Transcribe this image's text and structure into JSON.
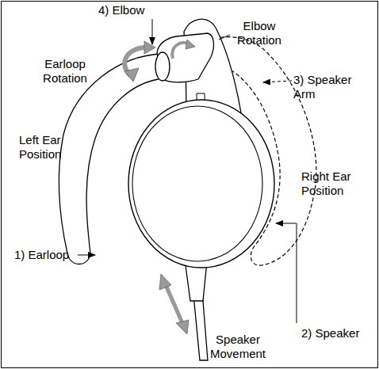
{
  "diagram": {
    "labels": [
      "4) Elbow",
      "Elbow Rotation",
      "Earloop Rotation",
      "3) Speaker Arm",
      "Left Ear Position",
      "Right Ear Position",
      "1) Earloop",
      "2) Speaker",
      "Speaker Movement"
    ]
  }
}
